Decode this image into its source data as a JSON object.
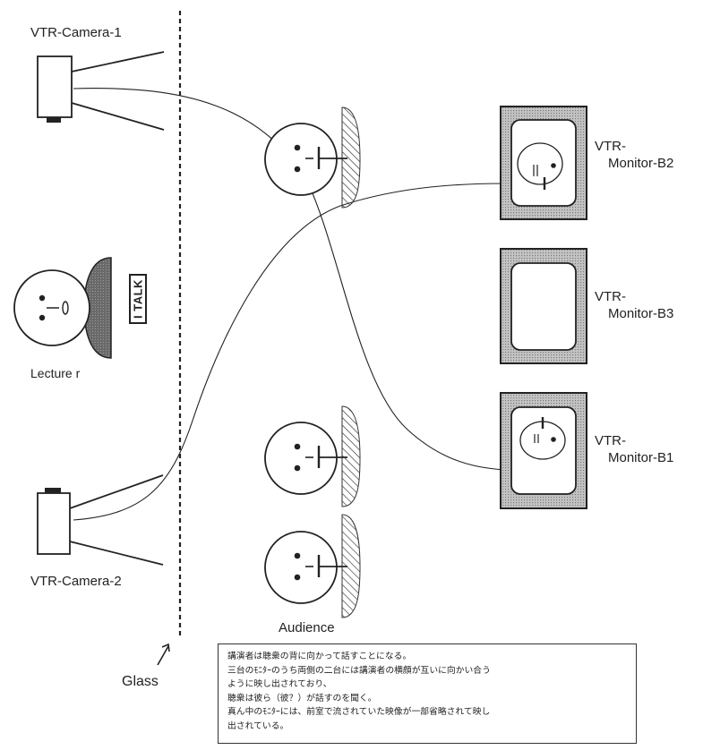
{
  "labels": {
    "camera1": "VTR-Camera-1",
    "camera2": "VTR-Camera-2",
    "lecturer": "Lecture r",
    "talk_sign": "I TALK",
    "audience": "Audience",
    "glass": "Glass",
    "monitor_b2_line1": "VTR-",
    "monitor_b2_line2": "Monitor-B2",
    "monitor_b3_line1": "VTR-",
    "monitor_b3_line2": "Monitor-B3",
    "monitor_b1_line1": "VTR-",
    "monitor_b1_line2": "Monitor-B1"
  },
  "note": {
    "lines": [
      "講演者は聴衆の背に向かって話すことになる。",
      "三台のﾓﾆﾀｰのうち両側の二台には講演者の横顔が互いに向かい合う",
      "ように映し出されており、",
      "聴衆は彼ら（彼？）が話すのを聞く。",
      "真ん中のﾓﾆﾀｰには、前室で流されていた映像が一部省略されて映し",
      "出されている。"
    ]
  },
  "colors": {
    "ink": "#222222",
    "screen_frame": "#a8a8a8",
    "hatch": "#333333",
    "lecturer_shade": "#5a5a5a"
  }
}
